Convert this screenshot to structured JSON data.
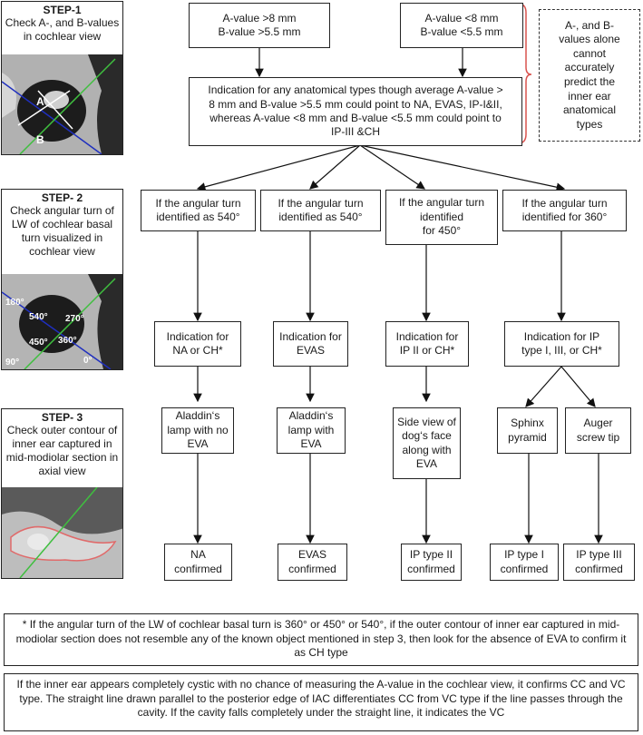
{
  "step1": {
    "title": "STEP-1",
    "text": "Check A-, and B-values\nin cochlear view",
    "labels": [
      "A",
      "B"
    ]
  },
  "step2": {
    "title": "STEP- 2",
    "text": "Check angular turn of\nLW of cochlear basal\nturn visualized in\ncochlear view",
    "labels": [
      "180°",
      "540°",
      "270°",
      "450°",
      "360°",
      "90°",
      "0°"
    ]
  },
  "step3": {
    "title": "STEP- 3",
    "text": "Check outer contour of\ninner ear captured in\nmid-modiolar section in\naxial view"
  },
  "top_left": "A-value >8 mm\nB-value >5.5 mm",
  "top_right": "A-value <8 mm\nB-value <5.5 mm",
  "side_note": "A-, and B-\nvalues alone\ncannot\naccurately\npredict the\ninner ear\nanatomical\ntypes",
  "indication_all": "Indication for any anatomical types though average A-value  >\n8 mm and B-value >5.5 mm  could point to NA, EVAS, IP-I&II,\nwhereas A-value <8 mm and B-value <5.5 mm could point to\nIP-III &CH",
  "turns": [
    "If the angular turn\nidentified as 540°",
    "If the angular turn\nidentified as 540°",
    "If the angular turn\nidentified\nfor 450°",
    "If the angular turn\nidentified for 360°"
  ],
  "indications": [
    "Indication for\nNA or CH*",
    "Indication for\nEVAS",
    "Indication for\nIP II or CH*",
    "Indication for IP\ntype I, III, or CH*"
  ],
  "contours": [
    "Aladdin‘s\nlamp with no\nEVA",
    "Aladdin‘s\nlamp with\nEVA",
    "Side view of\ndog‘s face\nalong with\nEVA",
    "Sphinx\npyramid",
    "Auger\nscrew tip"
  ],
  "confirmed": [
    "NA\nconfirmed",
    "EVAS\nconfirmed",
    "IP type II\nconfirmed",
    "IP type I\nconfirmed",
    "IP type III\nconfirmed"
  ],
  "footnote": "* If the angular turn of the LW of cochlear basal turn is 360° or 450° or 540°, if the outer contour of inner ear captured in mid-modiolar section does not resemble any of the known object mentioned in step 3, then look for the absence of  EVA to confirm it as CH type",
  "cystic_note": "If the inner ear appears completely cystic with no chance of measuring the A-value in the cochlear view, it confirms CC and VC type. The straight line drawn parallel to the posterior edge of IAC differentiates CC from VC type if the line passes through the cavity. If the cavity falls completely under the straight line, it indicates the VC",
  "colors": {
    "brace": "#d9534f",
    "scan_dark": "#1c1c1c",
    "scan_light": "#bdbdbd",
    "axis_blue": "#1f2fbf",
    "axis_green": "#3fbf3f",
    "contour_red": "#e06a6a"
  }
}
